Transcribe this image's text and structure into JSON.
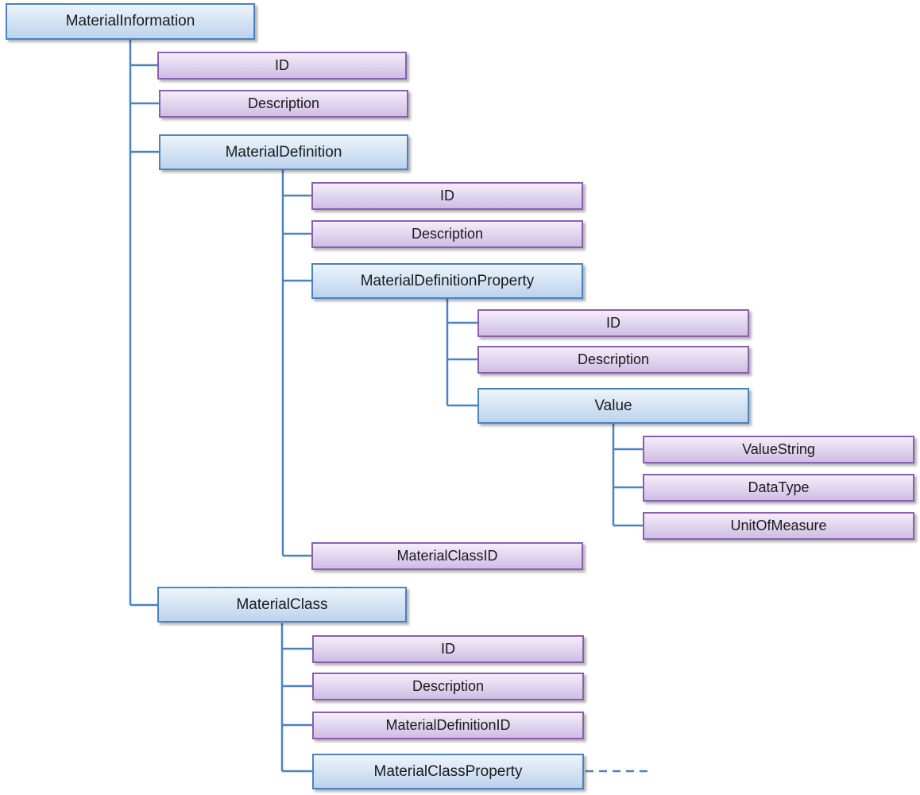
{
  "colors": {
    "entity_fill": "#d2e2f3",
    "entity_border": "#4a83c4",
    "attribute_fill": "#e0d3ee",
    "attribute_border": "#8a5fb0",
    "connector": "#4a83c4"
  },
  "tree": {
    "material_information": "MaterialInformation",
    "mi_id": "ID",
    "mi_description": "Description",
    "material_definition": "MaterialDefinition",
    "md_id": "ID",
    "md_description": "Description",
    "material_definition_property": "MaterialDefinitionProperty",
    "mdp_id": "ID",
    "mdp_description": "Description",
    "value": "Value",
    "value_string": "ValueString",
    "data_type": "DataType",
    "unit_of_measure": "UnitOfMeasure",
    "md_material_class_id": "MaterialClassID",
    "material_class": "MaterialClass",
    "mc_id": "ID",
    "mc_description": "Description",
    "mc_material_definition_id": "MaterialDefinitionID",
    "material_class_property": "MaterialClassProperty"
  }
}
